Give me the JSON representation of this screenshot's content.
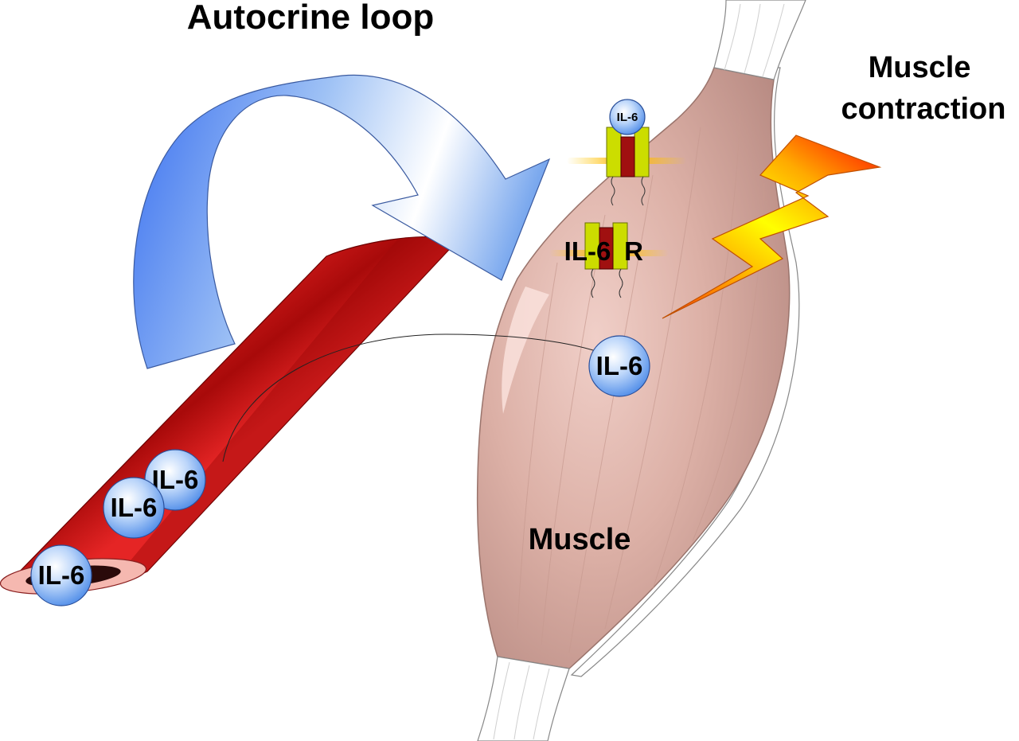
{
  "title": "Autocrine loop",
  "labels": {
    "muscle": "Muscle",
    "contraction_line1": "Muscle",
    "contraction_line2": "contraction",
    "receptor_ligand": "IL-6",
    "receptor_suffix": "R",
    "cytokine": "IL-6"
  },
  "molecules": [
    "IL-6",
    "IL-6",
    "IL-6",
    "IL-6",
    "IL-6"
  ],
  "colors": {
    "arrow_blue": "#3f78ee",
    "vessel_red": "#e42424",
    "muscle": "#d8aaa0",
    "tendon": "#ffffff",
    "bolt_yellow": "#ffff00",
    "bolt_red": "#ff3000",
    "receptor_yellow": "#ccdd00",
    "receptor_core": "#a01010"
  },
  "icons": [
    "curved-arrow-icon",
    "lightning-bolt-icon",
    "receptor-icon",
    "il6-sphere-icon"
  ]
}
